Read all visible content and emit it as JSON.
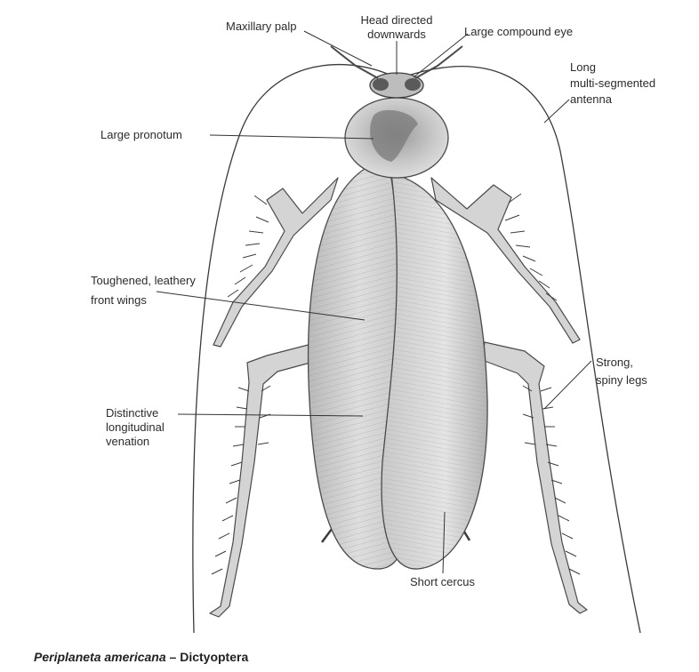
{
  "labels": {
    "maxillary_palp": "Maxillary palp",
    "head_directed_line1": "Head directed",
    "head_directed_line2": "downwards",
    "compound_eye": "Large compound eye",
    "antenna_line1": "Long",
    "antenna_line2": "multi-segmented",
    "antenna_line3": "antenna",
    "pronotum": "Large pronotum",
    "front_wings_line1": "Toughened, leathery",
    "front_wings_line2": "front wings",
    "legs_line1": "Strong,",
    "legs_line2": "spiny legs",
    "venation_line1": "Distinctive",
    "venation_line2": "longitudinal",
    "venation_line3": "venation",
    "cercus": "Short cercus"
  },
  "caption": {
    "species": "Periplaneta americana",
    "separator": " – ",
    "order": "Dictyoptera"
  },
  "colors": {
    "ink": "#2a2a2a",
    "wing_fill": "#d6d6d6",
    "body_fill": "#cfcfcf",
    "leader_line": "#333333"
  }
}
